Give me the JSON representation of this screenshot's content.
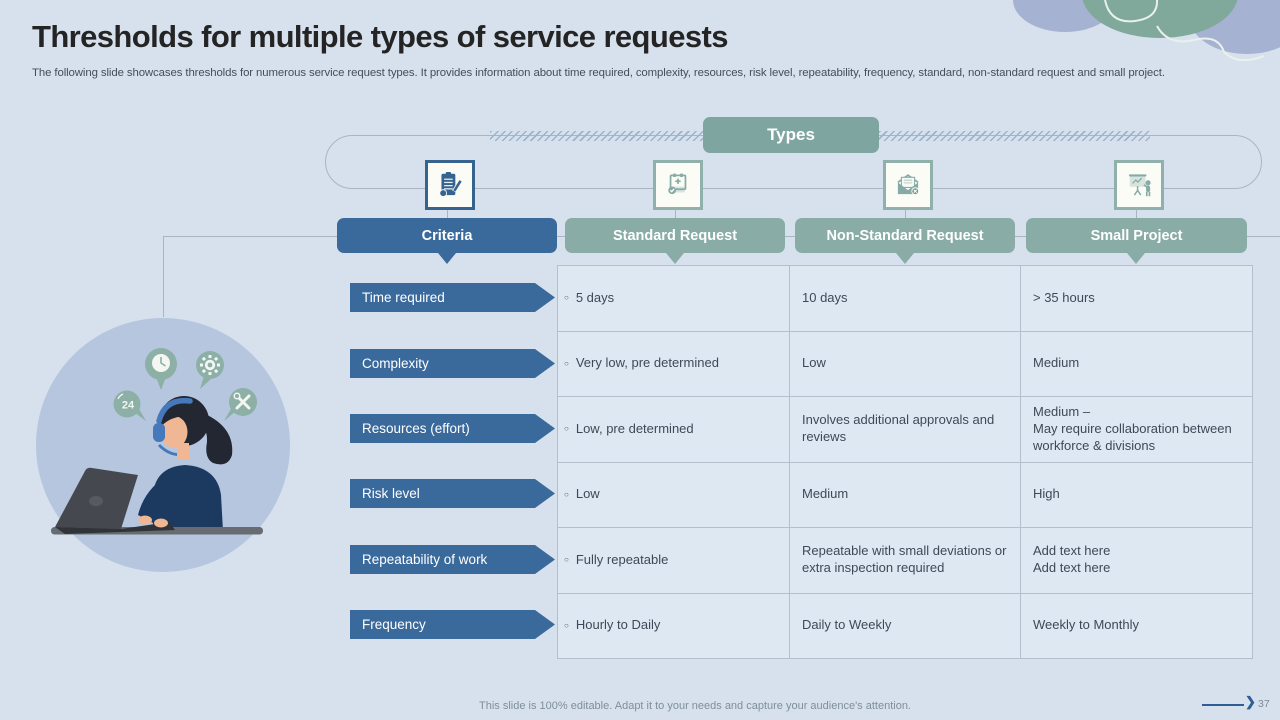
{
  "slide": {
    "title": "Thresholds for multiple types of service requests",
    "subtitle": "The following slide showcases thresholds for numerous service request types. It provides information about time required, complexity, resources, risk level, repeatability, frequency, standard, non-standard request and small project.",
    "footer": "This slide is 100% editable. Adapt it to your needs and capture your audience's attention.",
    "page_number": "37"
  },
  "types_label": "Types",
  "columns": [
    {
      "label": "Criteria"
    },
    {
      "label": "Standard Request"
    },
    {
      "label": "Non-Standard Request"
    },
    {
      "label": "Small Project"
    }
  ],
  "rows": [
    {
      "criteria": "Time required",
      "standard": "5 days",
      "non_standard": "10 days",
      "small_project": "> 35 hours"
    },
    {
      "criteria": "Complexity",
      "standard": "Very low, pre determined",
      "non_standard": "Low",
      "small_project": "Medium"
    },
    {
      "criteria": "Resources (effort)",
      "standard": "Low, pre determined",
      "non_standard": "Involves additional approvals and reviews",
      "small_project": "Medium –\nMay require collaboration between workforce & divisions"
    },
    {
      "criteria": "Risk level",
      "standard": "Low",
      "non_standard": "Medium",
      "small_project": "High"
    },
    {
      "criteria": "Repeatability of work",
      "standard": "Fully repeatable",
      "non_standard": "Repeatable with small deviations or extra inspection required",
      "small_project": "Add text here\nAdd text here"
    },
    {
      "criteria": "Frequency",
      "standard": "Hourly to Daily",
      "non_standard": "Daily to Weekly",
      "small_project": "Weekly to Monthly"
    }
  ],
  "icons": {
    "footer_arrow": "❯",
    "type_icons": [
      "clipboard-pencil",
      "standard-request-document",
      "non-standard-request-mail",
      "small-project-presentation"
    ]
  },
  "colors": {
    "background": "#d7e1ed",
    "accent_blue": "#3a699b",
    "accent_green": "#7fa5a0",
    "accent_green_light": "#8aaca7",
    "cell_background": "#dee8f3",
    "text_dark": "#3d4956"
  }
}
